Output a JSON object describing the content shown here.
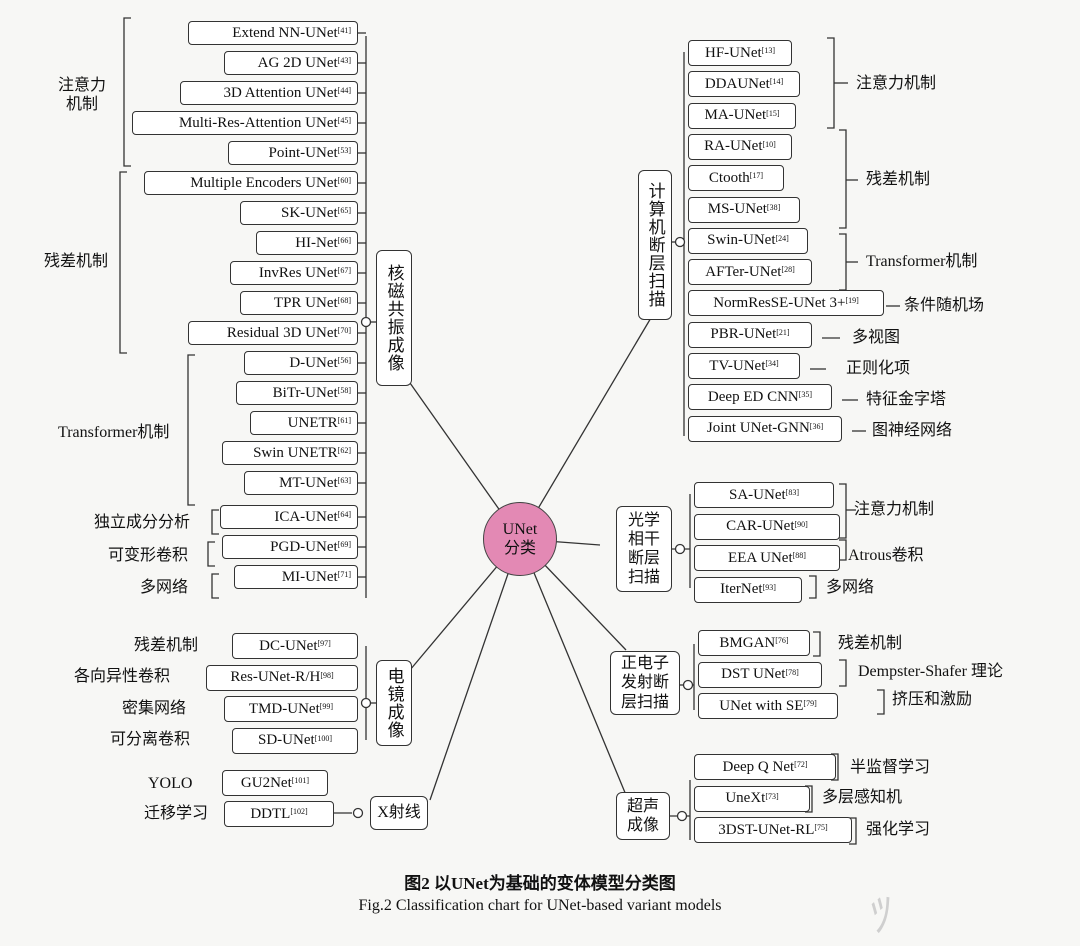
{
  "center": "UNet\n分类",
  "categories": {
    "mri": "核磁共振成像",
    "ct": "计算机断层扫描",
    "oct": "光学\n相干\n断层\n扫描",
    "em": "电镜成像",
    "xray": "X射线",
    "pet": "正电子\n发射断\n层扫描",
    "us": "超声\n成像"
  },
  "mri_nodes": [
    {
      "name": "Extend NN-UNet",
      "ref": "[41]"
    },
    {
      "name": "AG 2D UNet",
      "ref": "[43]"
    },
    {
      "name": "3D Attention UNet",
      "ref": "[44]"
    },
    {
      "name": "Multi-Res-Attention UNet",
      "ref": "[45]"
    },
    {
      "name": "Point-UNet",
      "ref": "[53]"
    },
    {
      "name": "Multiple Encoders UNet",
      "ref": "[60]"
    },
    {
      "name": "SK-UNet",
      "ref": "[65]"
    },
    {
      "name": "HI-Net",
      "ref": "[66]"
    },
    {
      "name": "InvRes UNet",
      "ref": "[67]"
    },
    {
      "name": "TPR UNet",
      "ref": "[68]"
    },
    {
      "name": "Residual 3D UNet",
      "ref": "[70]"
    },
    {
      "name": "D-UNet",
      "ref": "[56]"
    },
    {
      "name": "BiTr-UNet",
      "ref": "[58]"
    },
    {
      "name": "UNETR",
      "ref": "[61]"
    },
    {
      "name": "Swin UNETR",
      "ref": "[62]"
    },
    {
      "name": "MT-UNet",
      "ref": "[63]"
    },
    {
      "name": "ICA-UNet",
      "ref": "[64]"
    },
    {
      "name": "PGD-UNet",
      "ref": "[69]"
    },
    {
      "name": "MI-UNet",
      "ref": "[71]"
    }
  ],
  "mri_groups": [
    "注意力\n机制",
    "残差机制",
    "Transformer机制",
    "独立成分分析",
    "可变形卷积",
    "多网络"
  ],
  "ct_nodes": [
    {
      "name": "HF-UNet",
      "ref": "[13]"
    },
    {
      "name": "DDAUNet",
      "ref": "[14]"
    },
    {
      "name": "MA-UNet",
      "ref": "[15]"
    },
    {
      "name": "RA-UNet",
      "ref": "[10]"
    },
    {
      "name": "Ctooth",
      "ref": "[17]"
    },
    {
      "name": "MS-UNet",
      "ref": "[38]"
    },
    {
      "name": "Swin-UNet",
      "ref": "[24]"
    },
    {
      "name": "AFTer-UNet",
      "ref": "[28]"
    },
    {
      "name": "NormResSE-UNet 3+",
      "ref": "[19]"
    },
    {
      "name": "PBR-UNet",
      "ref": "[21]"
    },
    {
      "name": "TV-UNet",
      "ref": "[34]"
    },
    {
      "name": "Deep ED CNN",
      "ref": "[35]"
    },
    {
      "name": "Joint UNet-GNN",
      "ref": "[36]"
    }
  ],
  "ct_groups": [
    "注意力机制",
    "残差机制",
    "Transformer机制",
    "条件随机场",
    "多视图",
    "正则化项",
    "特征金字塔",
    "图神经网络"
  ],
  "oct_nodes": [
    {
      "name": "SA-UNet",
      "ref": "[83]"
    },
    {
      "name": "CAR-UNet",
      "ref": "[90]"
    },
    {
      "name": "EEA UNet",
      "ref": "[88]"
    },
    {
      "name": "IterNet",
      "ref": "[93]"
    }
  ],
  "oct_groups": [
    "注意力机制",
    "Atrous卷积",
    "多网络"
  ],
  "em_nodes": [
    {
      "name": "DC-UNet",
      "ref": "[97]"
    },
    {
      "name": "Res-UNet-R/H",
      "ref": "[98]"
    },
    {
      "name": "TMD-UNet",
      "ref": "[99]"
    },
    {
      "name": "SD-UNet",
      "ref": "[100]"
    }
  ],
  "em_groups": [
    "残差机制",
    "各向异性卷积",
    "密集网络",
    "可分离卷积"
  ],
  "xray_nodes": [
    {
      "name": "GU2Net",
      "ref": "[101]"
    },
    {
      "name": "DDTL",
      "ref": "[102]"
    }
  ],
  "xray_groups": [
    "YOLO",
    "迁移学习"
  ],
  "pet_nodes": [
    {
      "name": "BMGAN",
      "ref": "[76]"
    },
    {
      "name": "DST UNet",
      "ref": "[78]"
    },
    {
      "name": "UNet with SE",
      "ref": "[79]"
    }
  ],
  "pet_groups": [
    "残差机制",
    "Dempster-Shafer 理论",
    "挤压和激励"
  ],
  "us_nodes": [
    {
      "name": "Deep Q Net",
      "ref": "[72]"
    },
    {
      "name": "UneXt",
      "ref": "[73]"
    },
    {
      "name": "3DST-UNet-RL",
      "ref": "[75]"
    }
  ],
  "us_groups": [
    "半监督学习",
    "多层感知机",
    "强化学习"
  ],
  "caption_cn": "图2   以UNet为基础的变体模型分类图",
  "caption_en": "Fig.2    Classification chart for UNet-based variant models",
  "colors": {
    "center_fill": "#e389b4",
    "line": "#333333"
  }
}
